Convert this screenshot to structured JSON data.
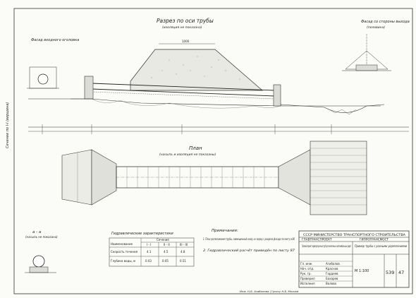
{
  "labels": {
    "section_title": "Разрез по оси трубы",
    "section_subtitle": "(изоляция не показана)",
    "facade_in": "Фасад входного оголовка",
    "facade_out": "Фасад со стороны выхода",
    "facade_out_sub": "(половина)",
    "plan_title": "План",
    "plan_subtitle": "(насыпь и изоляция не показаны)",
    "section_aa": "а - а",
    "section_aa_sub": "(насыпь не показана)",
    "hydro_title": "Гидравлические характеристики",
    "notes_title": "Примечания:",
    "note1": "1. План расположения трубы, совмещенный снизу и с верху с раздела фасада по листу и 86",
    "note2": "2. Гидравлический расчёт приведён по листу 87",
    "top_cl": "1000",
    "side_label": "Сечение по I-I (вершина)",
    "bottom_text": "Инж. Н.Б. Агибалова   | Гроссу Н.Б. Москва"
  },
  "hydro_table": {
    "header": [
      "Наименование",
      "I - I",
      "II - II",
      "III - III"
    ],
    "group_label": "Сечения",
    "rows": [
      [
        "Скорость течения",
        "4.1",
        "4.5",
        "4.8"
      ],
      [
        "Глубина воды, м",
        "0.03",
        "0.05",
        "0.51"
      ]
    ]
  },
  "title_block": {
    "ministry": "СССР МИНИСТЕРСТВО ТРАНСПОРТНОГО СТРОИТЕЛЬСТВА",
    "org1": "ГЛАВТРАНСПРОЕКТ",
    "org2": "ГИПРОТРАНСМОСТ",
    "project": "Типовой проект водопропускных труб для железных и автомобильных дорог",
    "sheet_name": "Пример трубы с разными укреплениями",
    "sheet_number": "539",
    "sheet_total": "47",
    "scale": "М 1:100",
    "rows": [
      [
        "Гл. инж.",
        "Агибалов"
      ],
      [
        "Нач. отд.",
        "Краснов"
      ],
      [
        "Рук. гр.",
        "Гордеев"
      ],
      [
        "Проверил",
        "Бахарев"
      ],
      [
        "Исполнил",
        "Валова"
      ]
    ]
  }
}
